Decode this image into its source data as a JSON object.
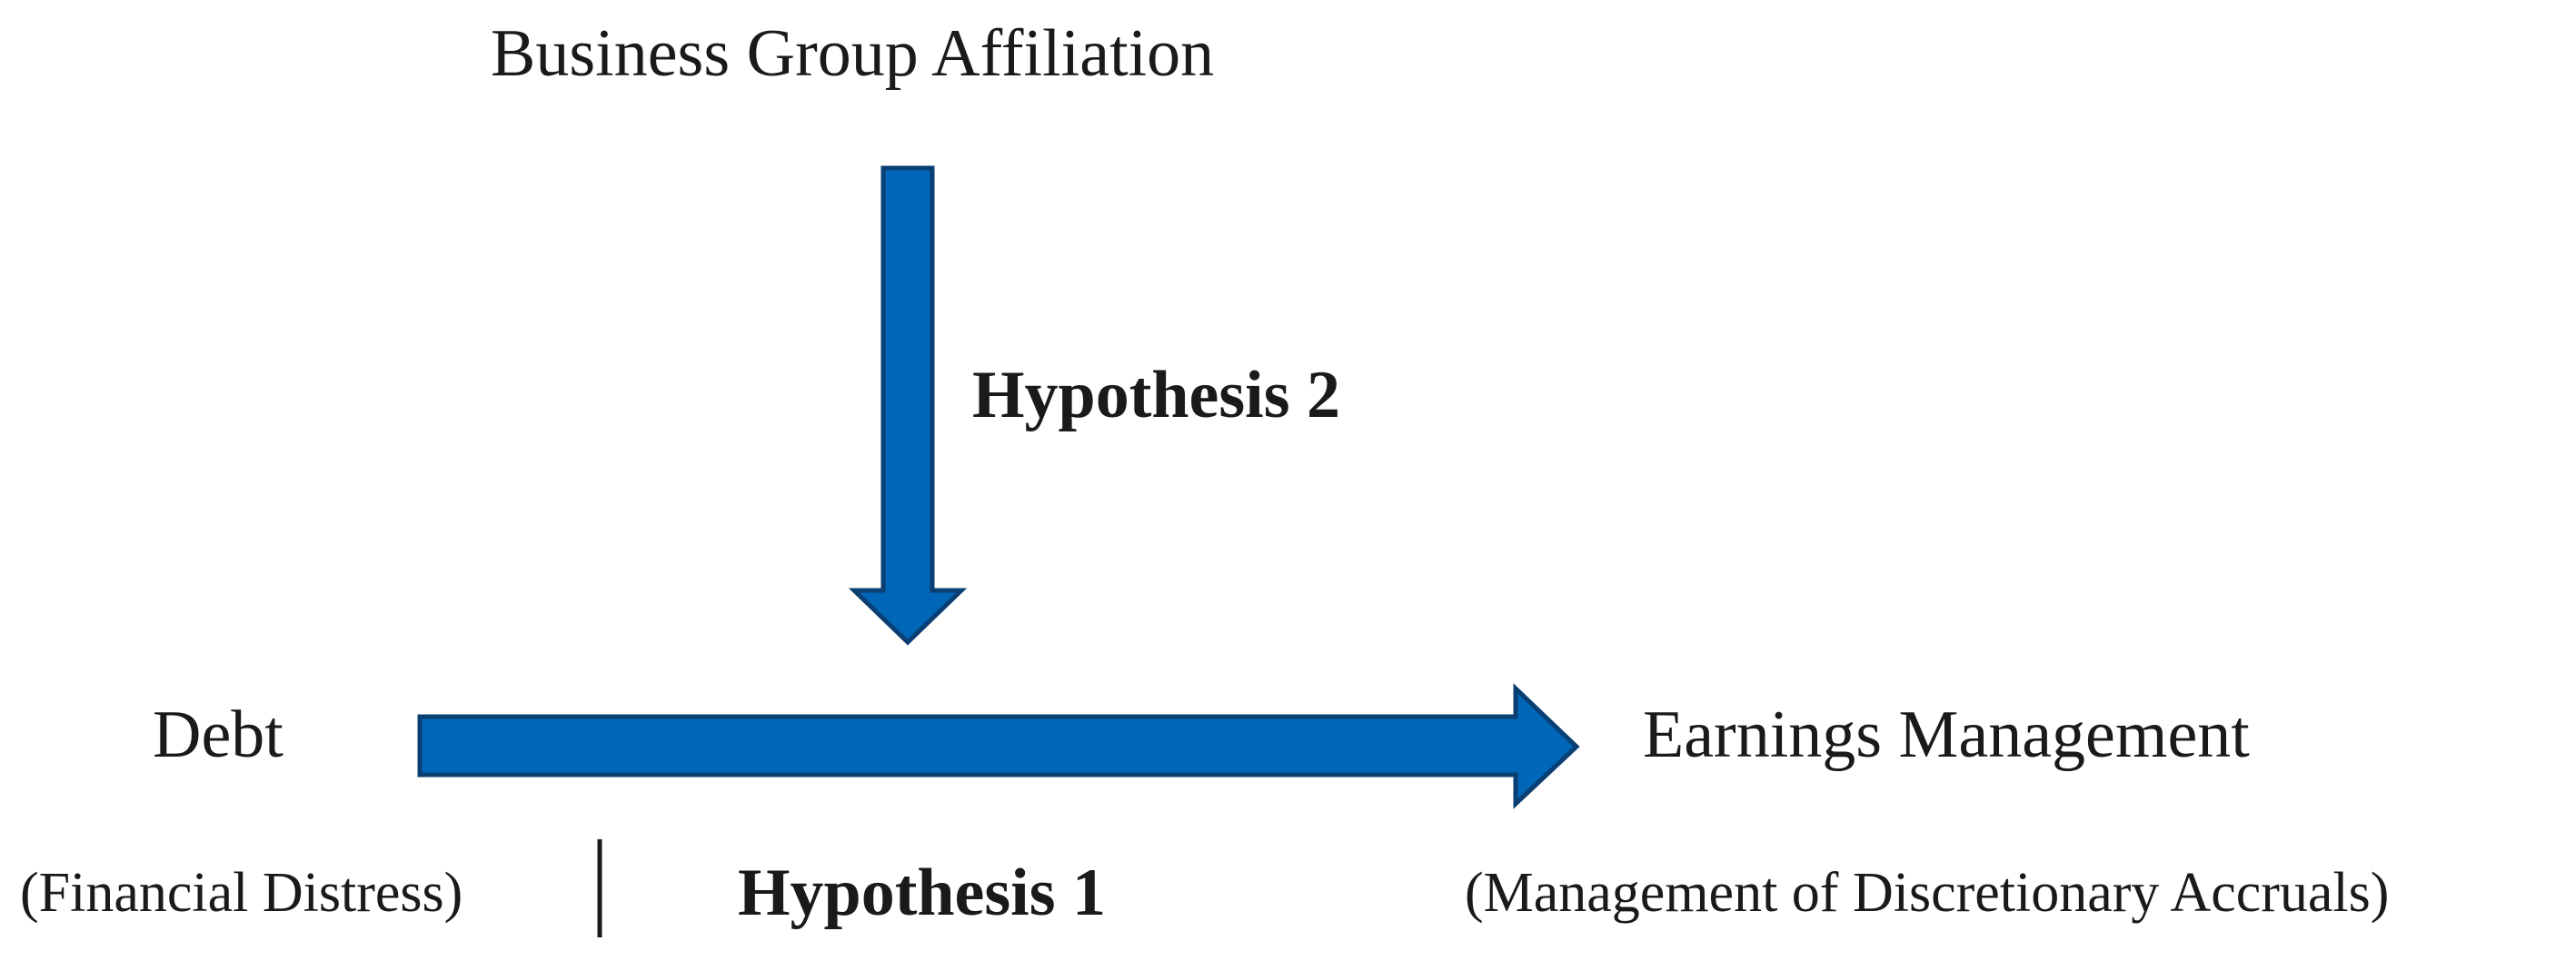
{
  "diagram": {
    "moderator": {
      "label": "Business Group Affiliation"
    },
    "independent_variable": {
      "label": "Debt",
      "sublabel": "(Financial Distress)"
    },
    "dependent_variable": {
      "label": "Earnings Management",
      "sublabel": "(Management of Discretionary Accruals)"
    },
    "hypotheses": [
      {
        "label": "Hypothesis 1"
      },
      {
        "label": "Hypothesis 2"
      }
    ],
    "colors": {
      "arrow_fill": "#0066b8",
      "arrow_stroke": "#0a3f73",
      "text": "#1a1a1a"
    }
  }
}
